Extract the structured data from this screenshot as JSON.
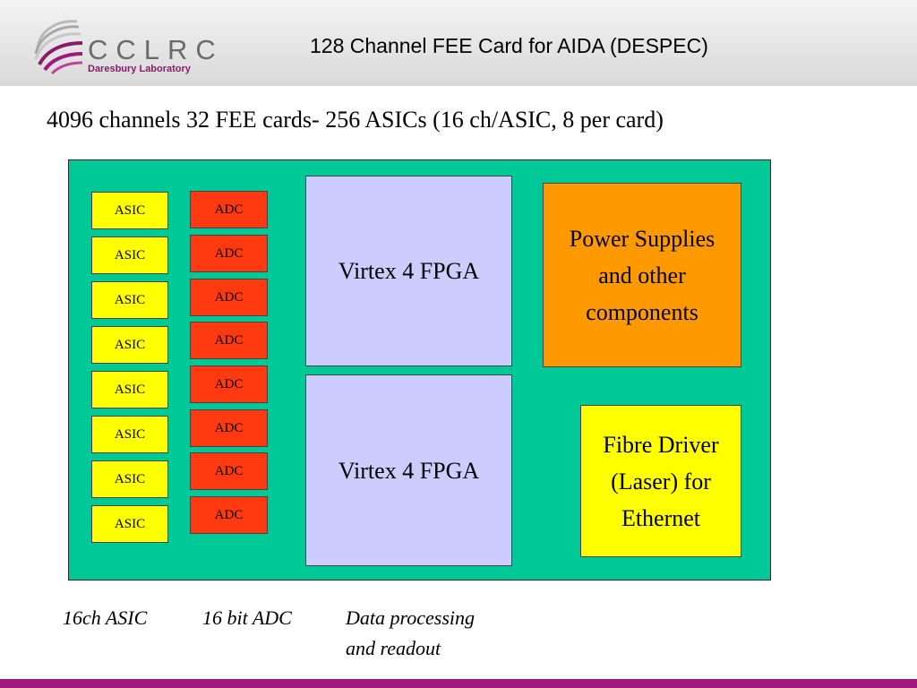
{
  "header": {
    "logo_text": "CCLRC",
    "logo_subtitle": "Daresbury Laboratory",
    "title": "128 Channel FEE Card for AIDA (DESPEC)"
  },
  "subtitle": "4096 channels   32 FEE cards- 256 ASICs (16 ch/ASIC, 8 per card)",
  "diagram": {
    "asics": [
      "ASIC",
      "ASIC",
      "ASIC",
      "ASIC",
      "ASIC",
      "ASIC",
      "ASIC",
      "ASIC"
    ],
    "adcs": [
      "ADC",
      "ADC",
      "ADC",
      "ADC",
      "ADC",
      "ADC",
      "ADC",
      "ADC"
    ],
    "fpga_top": "Virtex 4 FPGA",
    "fpga_bottom": "Virtex 4 FPGA",
    "power": [
      "Power Supplies",
      "and other",
      "components"
    ],
    "fibre": [
      "Fibre Driver",
      "(Laser) for",
      "Ethernet"
    ]
  },
  "captions": {
    "asic": "16ch ASIC",
    "adc": "16 bit ADC",
    "data_line1": "Data processing",
    "data_line2": "and readout"
  },
  "colors": {
    "board": "#00c896",
    "asic": "#ffff00",
    "adc": "#ff3a10",
    "fpga": "#ccccff",
    "power": "#ff9900",
    "fibre": "#ffff00",
    "accent": "#a0187c"
  }
}
